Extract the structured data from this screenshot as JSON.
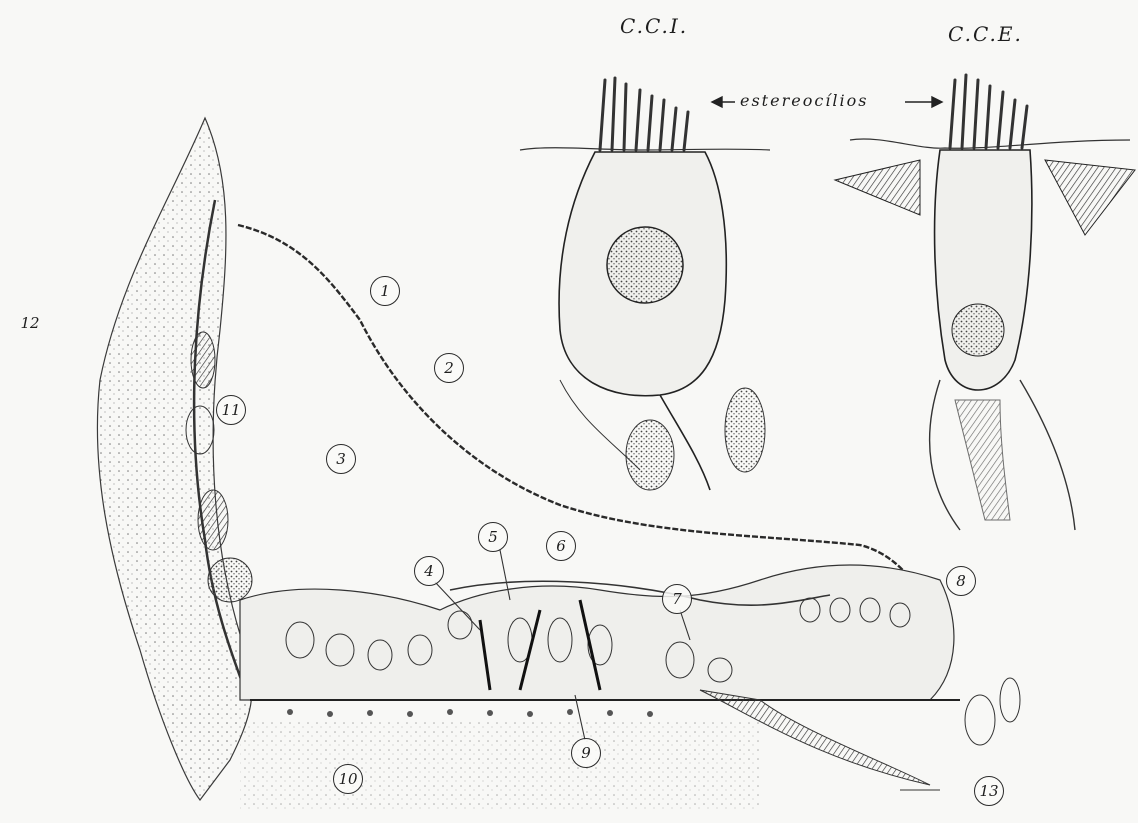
{
  "headings": {
    "left_cell": "C.C.I.",
    "right_cell": "C.C.E."
  },
  "arrow_label": "estereocílios",
  "numbers": [
    "1",
    "2",
    "3",
    "4",
    "5",
    "6",
    "7",
    "8",
    "9",
    "10",
    "11",
    "12",
    "13"
  ],
  "colors": {
    "ink": "#2a2a2a",
    "paper": "#f8f8f6",
    "shade": "#555555"
  }
}
